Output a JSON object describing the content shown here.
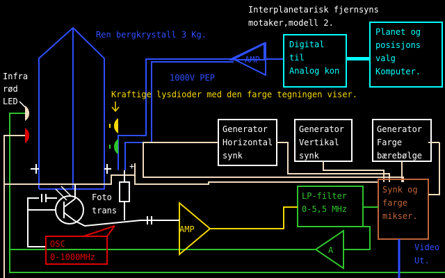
{
  "title_line1": "Interplanetarisk fjernsyns",
  "title_line2": "motaker,modell 2.",
  "crystal_label": "Ren bergkrystall 3 Kg.",
  "voltage_label": "1000V PEP",
  "led_note": "Kraftige lysdioder med den farge tegningen viser.",
  "infra_led": [
    "Infra",
    "rød",
    "LED"
  ],
  "amp_top": "AMP",
  "amp_bottom": "AMP",
  "amp_small": "A",
  "digital_box": [
    "Digital",
    "til",
    "Analog kon"
  ],
  "planet_box": [
    "Planet og",
    "posisjons",
    "valg",
    "Komputer."
  ],
  "gen_horizontal": [
    "Generator",
    "Horizontal",
    "synk"
  ],
  "gen_vertical": [
    "Generator",
    "Vertikal",
    "synk"
  ],
  "gen_color": [
    "Generator",
    "Farge",
    "bærebølge"
  ],
  "lp_filter": [
    "LP-filter",
    "0-5,5 MHz"
  ],
  "synk_mixer": [
    "Synk og",
    "farge",
    "mikser."
  ],
  "photo_trans": [
    "Foto",
    "trans"
  ],
  "osc": [
    "OSC",
    "0-1000MHz"
  ],
  "video_out": [
    "Video",
    "Ut."
  ],
  "plus_sign": "+",
  "colors": {
    "background": "#000000",
    "yellow": "#f5d800",
    "blue": "#2f4fff",
    "cyan": "#00ffff",
    "green": "#2ec42e",
    "red": "#e00000",
    "brown": "#c2653a",
    "beige": "#f2dcc0",
    "white": "#ffffff",
    "gray": "#cfcfcf"
  }
}
